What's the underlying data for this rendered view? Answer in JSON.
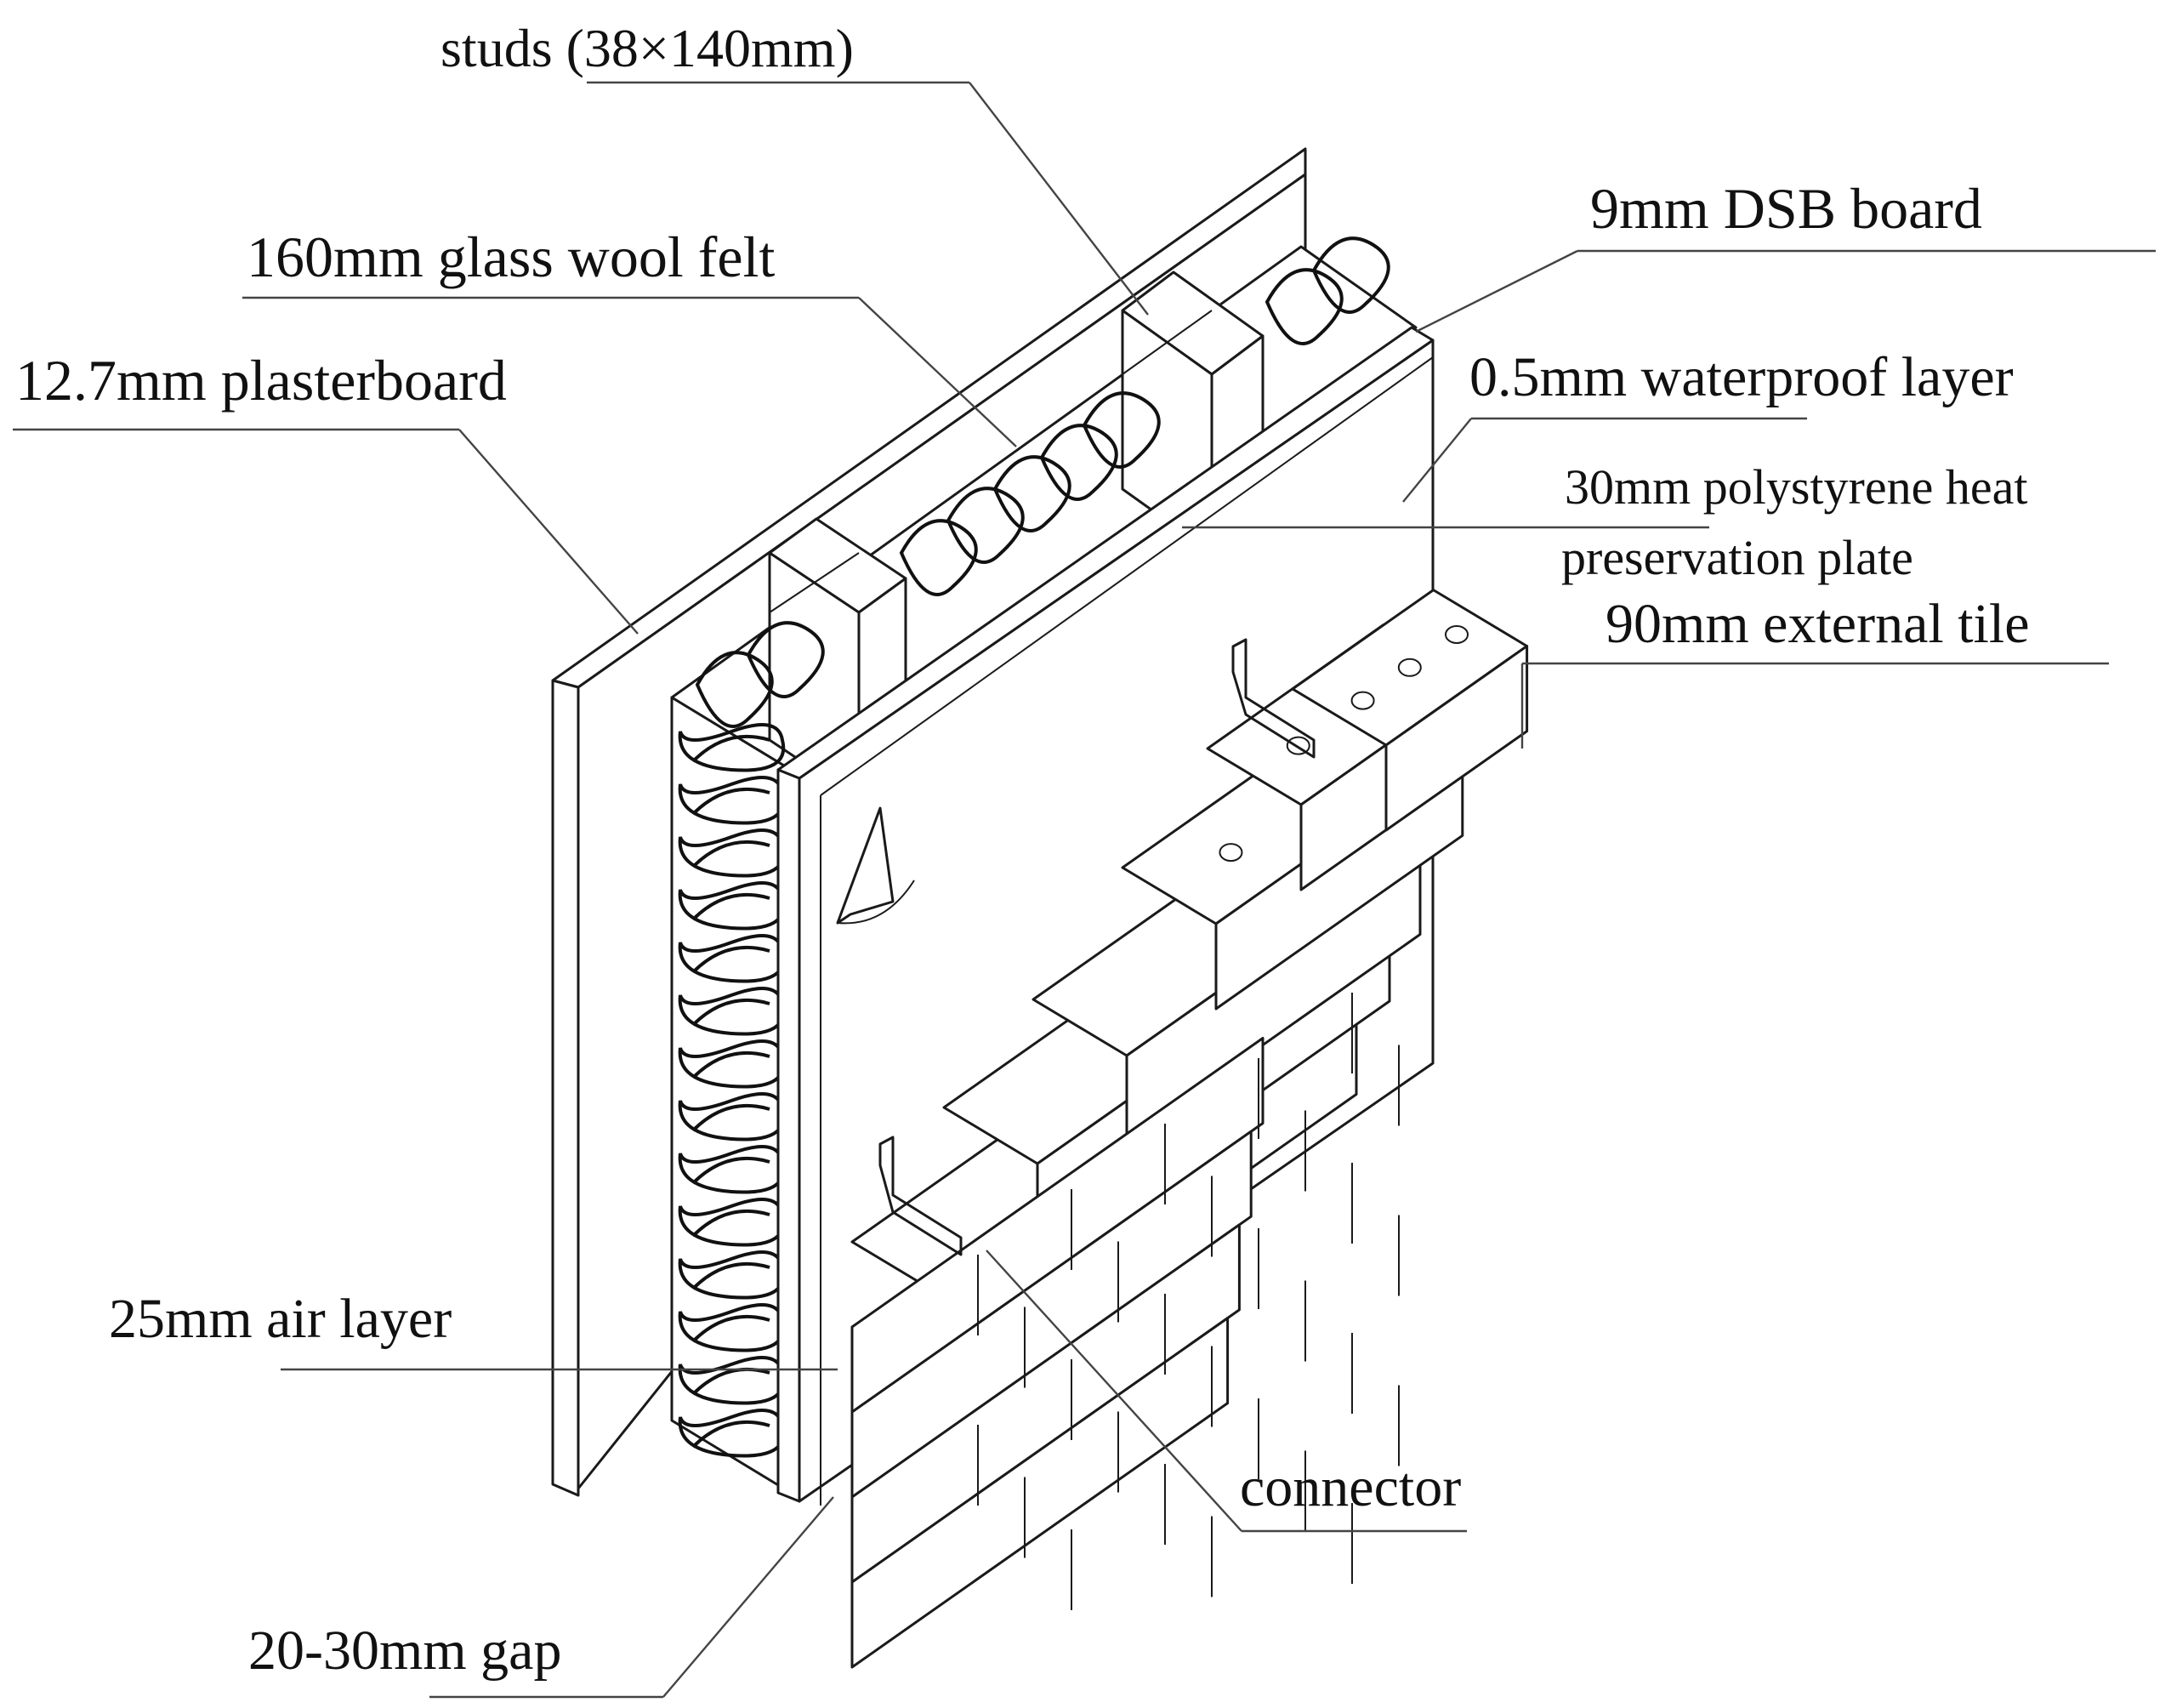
{
  "figure": {
    "labels": {
      "studs": "studs (38×140mm)",
      "glass_wool": "160mm glass wool felt",
      "plasterboard": "12.7mm plasterboard",
      "dsb_board": "9mm DSB board",
      "waterproof": "0.5mm waterproof layer",
      "polystyrene_line1": "30mm polystyrene heat",
      "polystyrene_line2": "preservation plate",
      "external_tile": "90mm external tile",
      "air_layer": "25mm air layer",
      "connector": "connector",
      "gap": "20-30mm gap"
    }
  }
}
